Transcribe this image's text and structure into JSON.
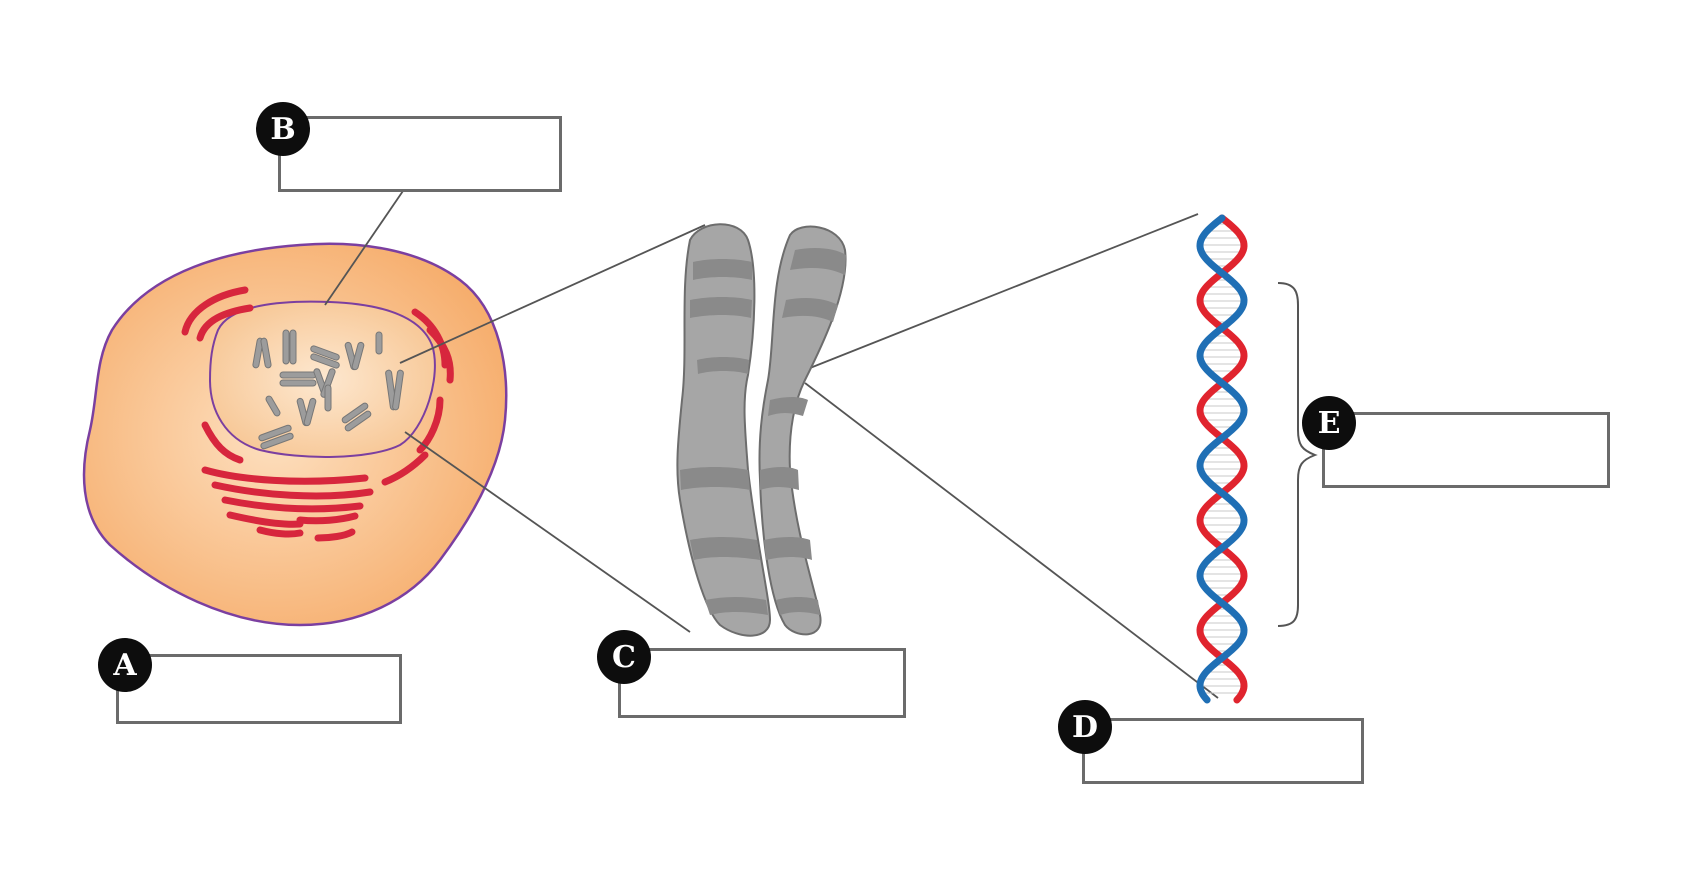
{
  "labels": [
    {
      "id": "A",
      "letter": "A",
      "answer": ""
    },
    {
      "id": "B",
      "letter": "B",
      "answer": ""
    },
    {
      "id": "C",
      "letter": "C",
      "answer": ""
    },
    {
      "id": "D",
      "letter": "D",
      "answer": ""
    },
    {
      "id": "E",
      "letter": "E",
      "answer": ""
    }
  ],
  "colors": {
    "cell_fill": "#f7b57c",
    "cell_outline": "#7b3fa0",
    "er_red": "#d7263d",
    "chromosome_gray": "#a9a9a9",
    "chromosome_band": "#7f7f7f",
    "dna_red": "#e0242e",
    "dna_blue": "#1f6fb5",
    "line": "#555555"
  },
  "icons": {
    "marker": "black-circle-letter"
  }
}
